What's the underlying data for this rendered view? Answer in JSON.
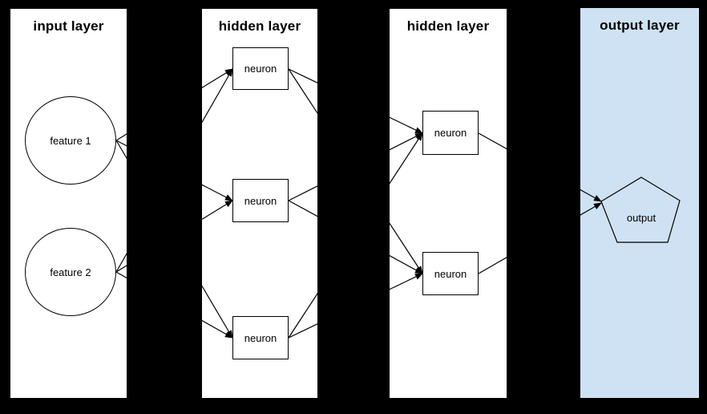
{
  "diagram": {
    "type": "neural-network-layers",
    "background_color": "#000000",
    "line_color": "#000000",
    "layers": [
      {
        "title": "input layer",
        "panel_color": "#ffffff",
        "nodes": [
          {
            "shape": "circle",
            "label": "feature 1"
          },
          {
            "shape": "circle",
            "label": "feature 2"
          }
        ]
      },
      {
        "title": "hidden layer",
        "panel_color": "#ffffff",
        "nodes": [
          {
            "shape": "rect",
            "label": "neuron"
          },
          {
            "shape": "rect",
            "label": "neuron"
          },
          {
            "shape": "rect",
            "label": "neuron"
          }
        ]
      },
      {
        "title": "hidden layer",
        "panel_color": "#ffffff",
        "nodes": [
          {
            "shape": "rect",
            "label": "neuron"
          },
          {
            "shape": "rect",
            "label": "neuron"
          }
        ]
      },
      {
        "title": "output layer",
        "panel_color": "#cfe2f3",
        "nodes": [
          {
            "shape": "pentagon",
            "label": "output"
          }
        ]
      }
    ],
    "connections": [
      {
        "from": "feature 1",
        "to": "hidden1 neuron 1"
      },
      {
        "from": "feature 1",
        "to": "hidden1 neuron 2"
      },
      {
        "from": "feature 1",
        "to": "hidden1 neuron 3"
      },
      {
        "from": "feature 2",
        "to": "hidden1 neuron 1"
      },
      {
        "from": "feature 2",
        "to": "hidden1 neuron 2"
      },
      {
        "from": "feature 2",
        "to": "hidden1 neuron 3"
      },
      {
        "from": "hidden1 neuron 1",
        "to": "hidden2 neuron 1"
      },
      {
        "from": "hidden1 neuron 1",
        "to": "hidden2 neuron 2"
      },
      {
        "from": "hidden1 neuron 2",
        "to": "hidden2 neuron 1"
      },
      {
        "from": "hidden1 neuron 2",
        "to": "hidden2 neuron 2"
      },
      {
        "from": "hidden1 neuron 3",
        "to": "hidden2 neuron 1"
      },
      {
        "from": "hidden1 neuron 3",
        "to": "hidden2 neuron 2"
      },
      {
        "from": "hidden2 neuron 1",
        "to": "output"
      },
      {
        "from": "hidden2 neuron 2",
        "to": "output"
      }
    ]
  }
}
